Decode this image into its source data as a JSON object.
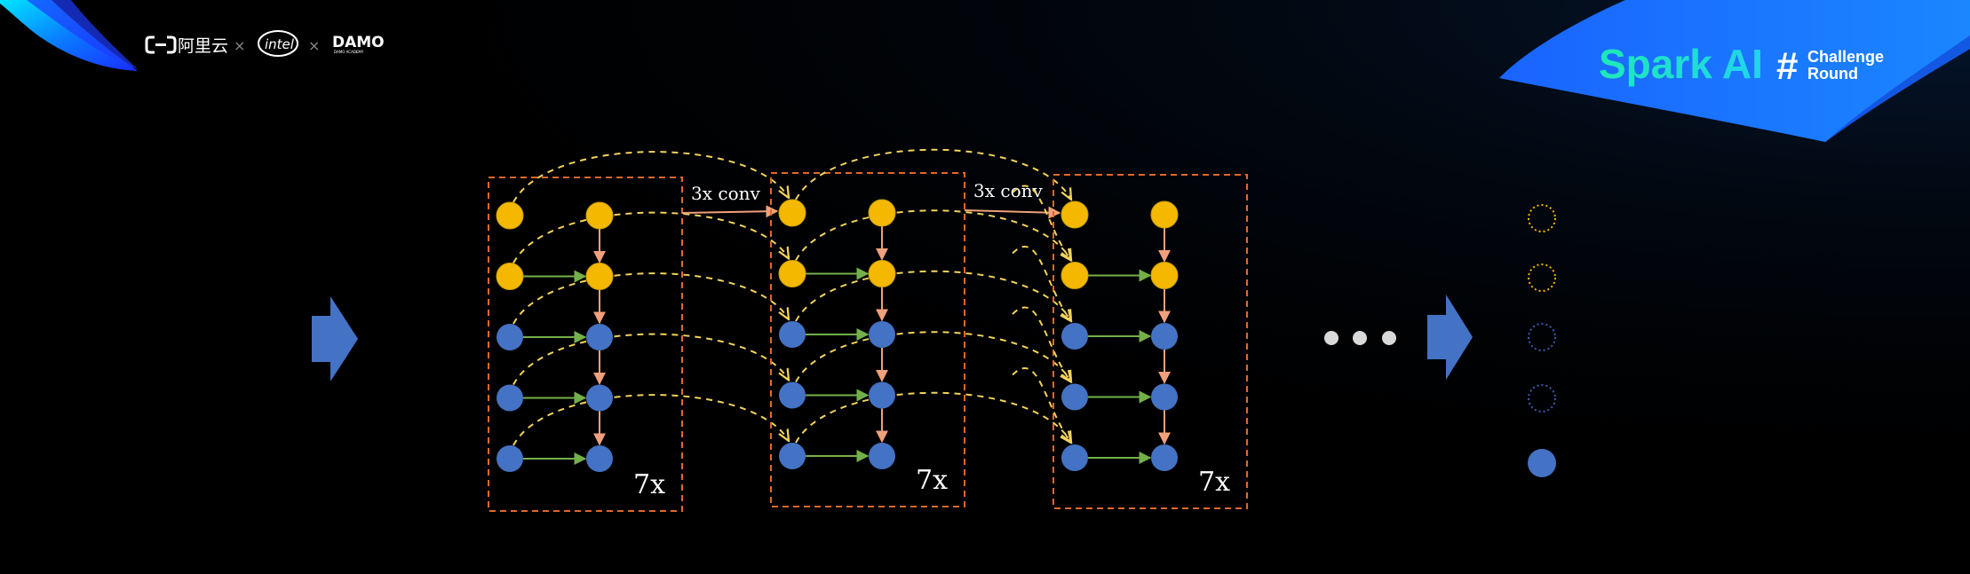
{
  "logos": {
    "aliyun": "阿里云",
    "separator": "×",
    "intel": "intel",
    "damo": "DAMO",
    "damo_tagline": "DAMO ACADEMY"
  },
  "brand": {
    "title": "Spark AI",
    "hash": "#",
    "line1": "Challenge",
    "line2": "Round"
  },
  "diagram": {
    "conv_label": "3x  conv",
    "repeat_label": "7x",
    "ellipsis": "• • •",
    "colors": {
      "yellow": "#f5b800",
      "blue": "#4472c4",
      "dashed_yellow": "#f2d35c",
      "orange_arrow": "#f0a07a",
      "green_arrow": "#74b04a",
      "box_border": "#e0682a"
    }
  }
}
